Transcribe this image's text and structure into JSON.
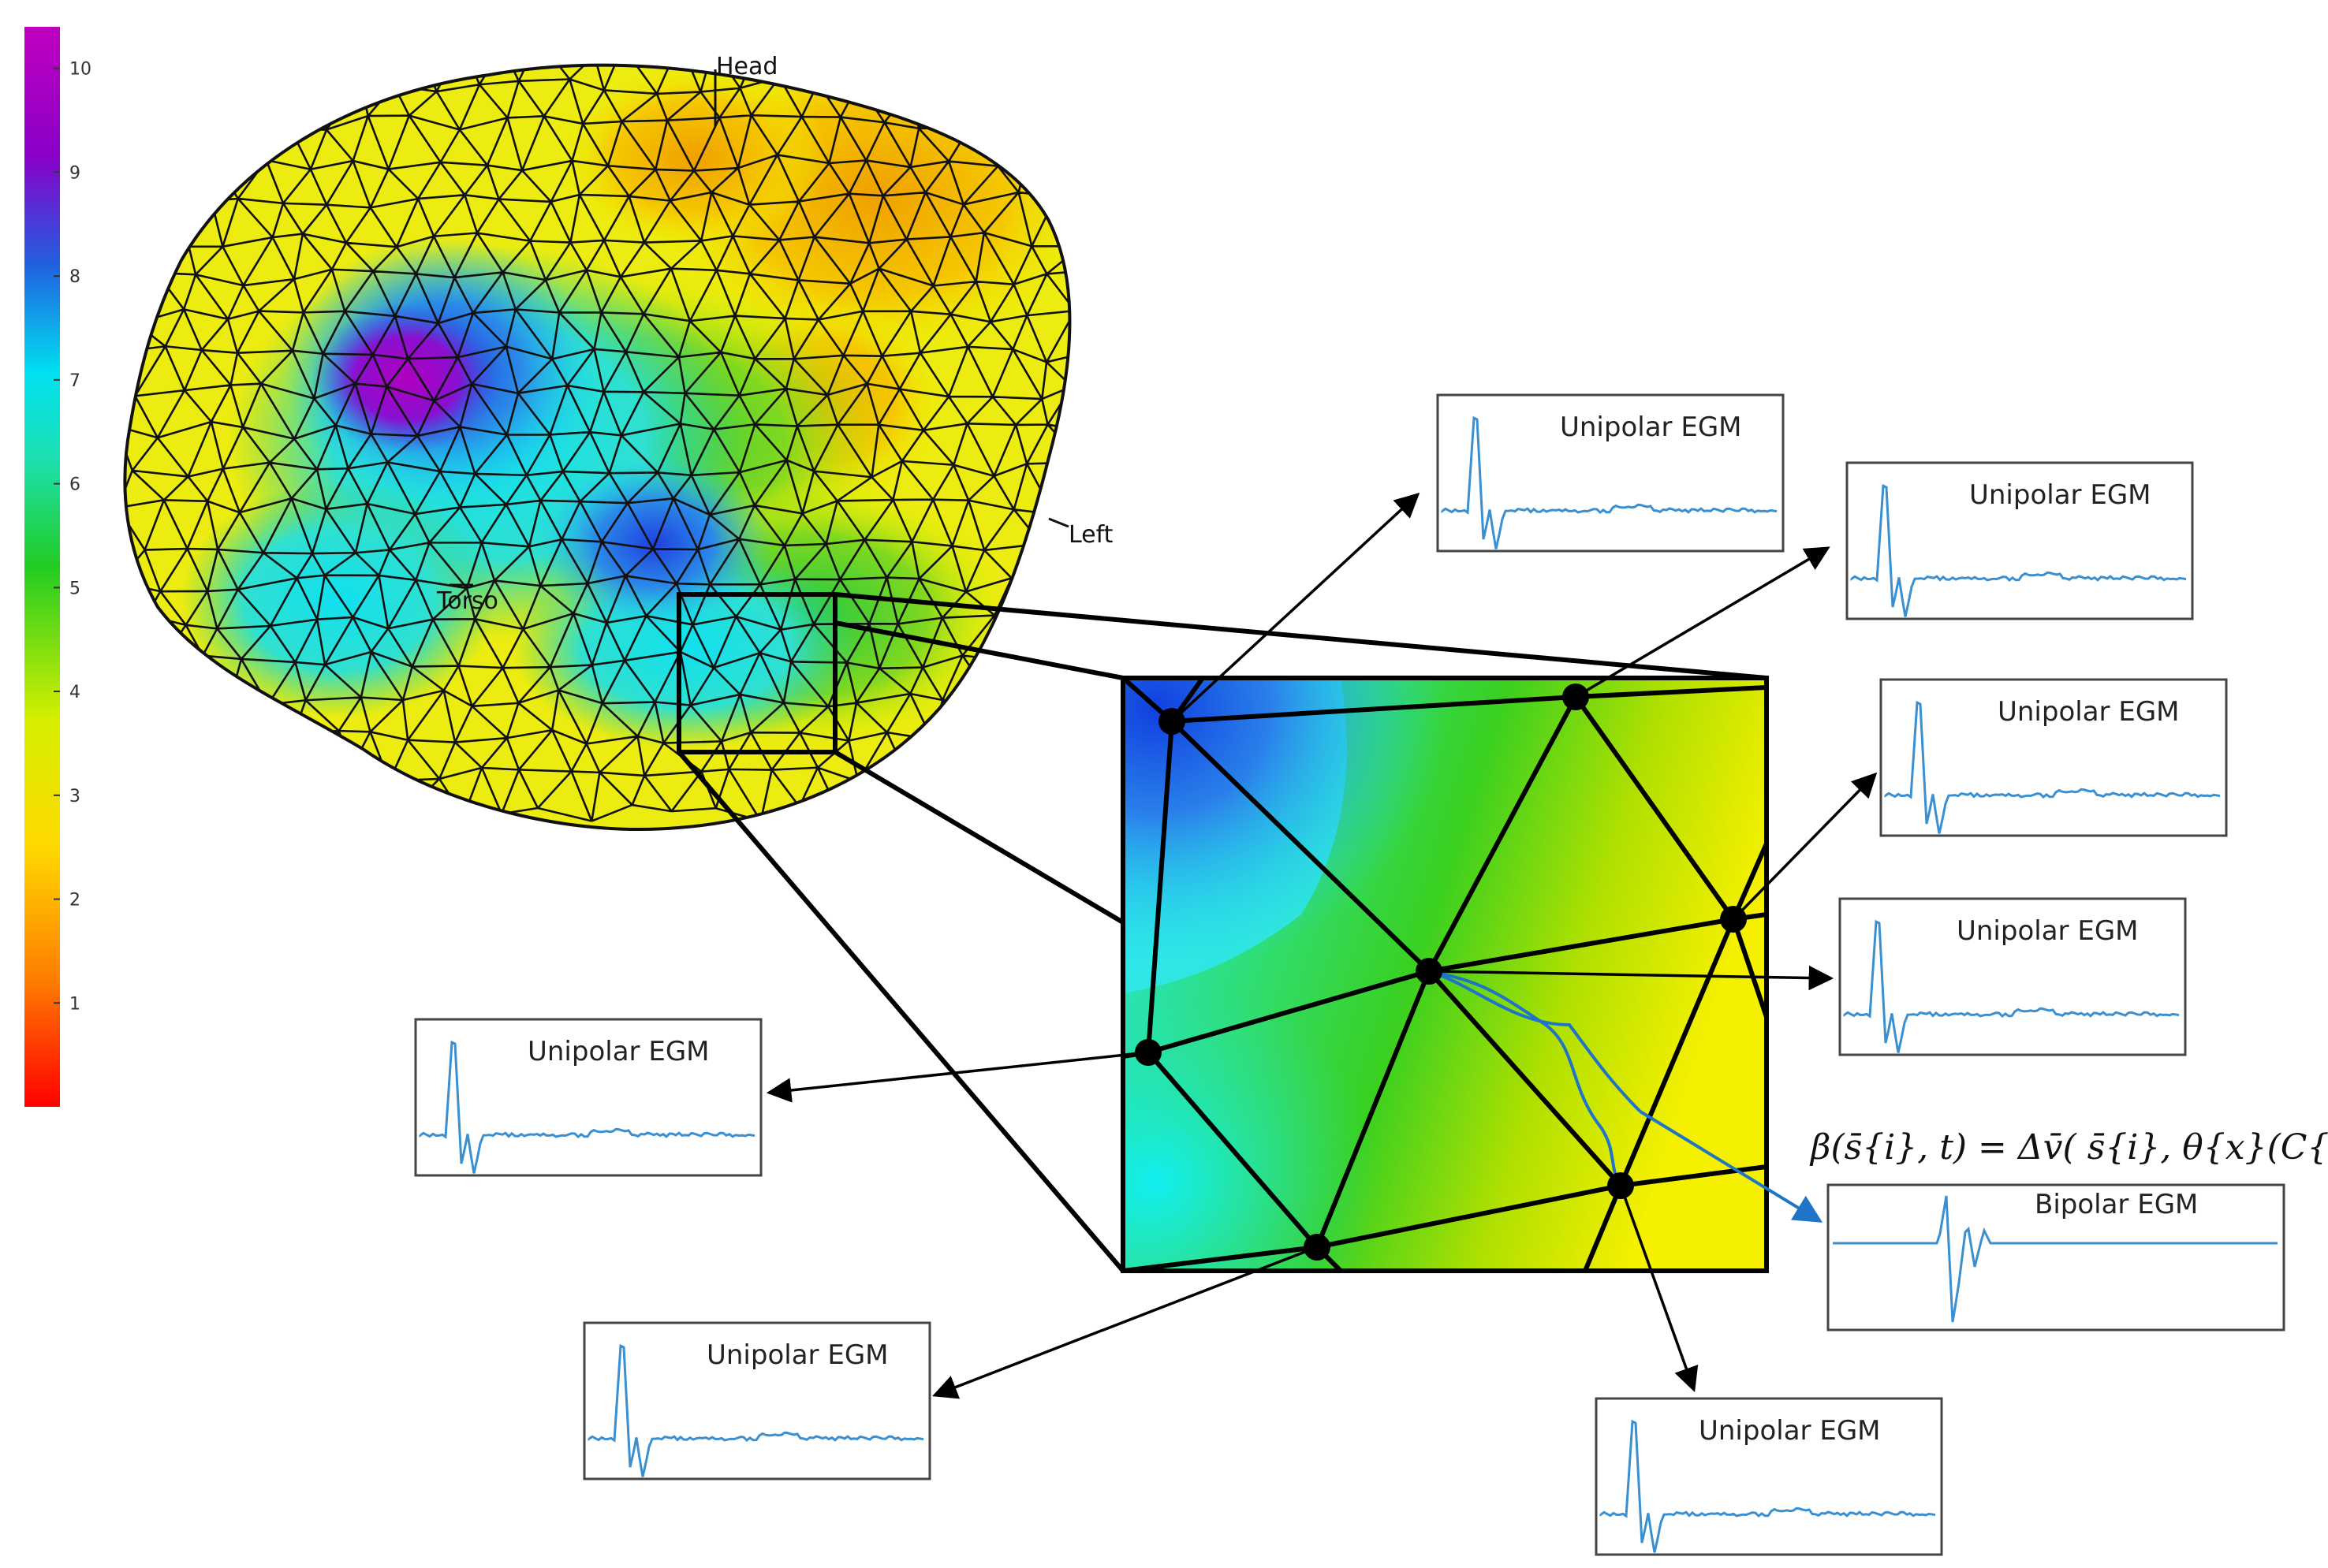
{
  "colorbar": {
    "ticks": [
      "1",
      "2",
      "3",
      "4",
      "5",
      "6",
      "7",
      "8",
      "9",
      "10"
    ],
    "colors": [
      "#ff0000",
      "#ff7f00",
      "#ffd800",
      "#d4ef00",
      "#22cc22",
      "#1ce0b0",
      "#00e0f0",
      "#2060e0",
      "#8a00c8",
      "#c000c0"
    ]
  },
  "heart": {
    "labels": {
      "head": "Head",
      "left": "Left",
      "torso": "Torso"
    }
  },
  "egm_panels": [
    {
      "label": "Unipolar EGM"
    },
    {
      "label": "Unipolar EGM"
    },
    {
      "label": "Unipolar EGM"
    },
    {
      "label": "Unipolar EGM"
    },
    {
      "label": "Unipolar EGM"
    },
    {
      "label": "Unipolar EGM"
    },
    {
      "label": "Unipolar EGM"
    },
    {
      "label": "Bipolar EGM"
    }
  ],
  "formula": "β(s̄{i}, t) = Δv̄( s̄{i}, θ{x}(C{i}) )",
  "colors": {
    "signal": "#3a8fd0",
    "arrow_bipolar": "#1f74c8",
    "mesh_line": "#111111"
  }
}
